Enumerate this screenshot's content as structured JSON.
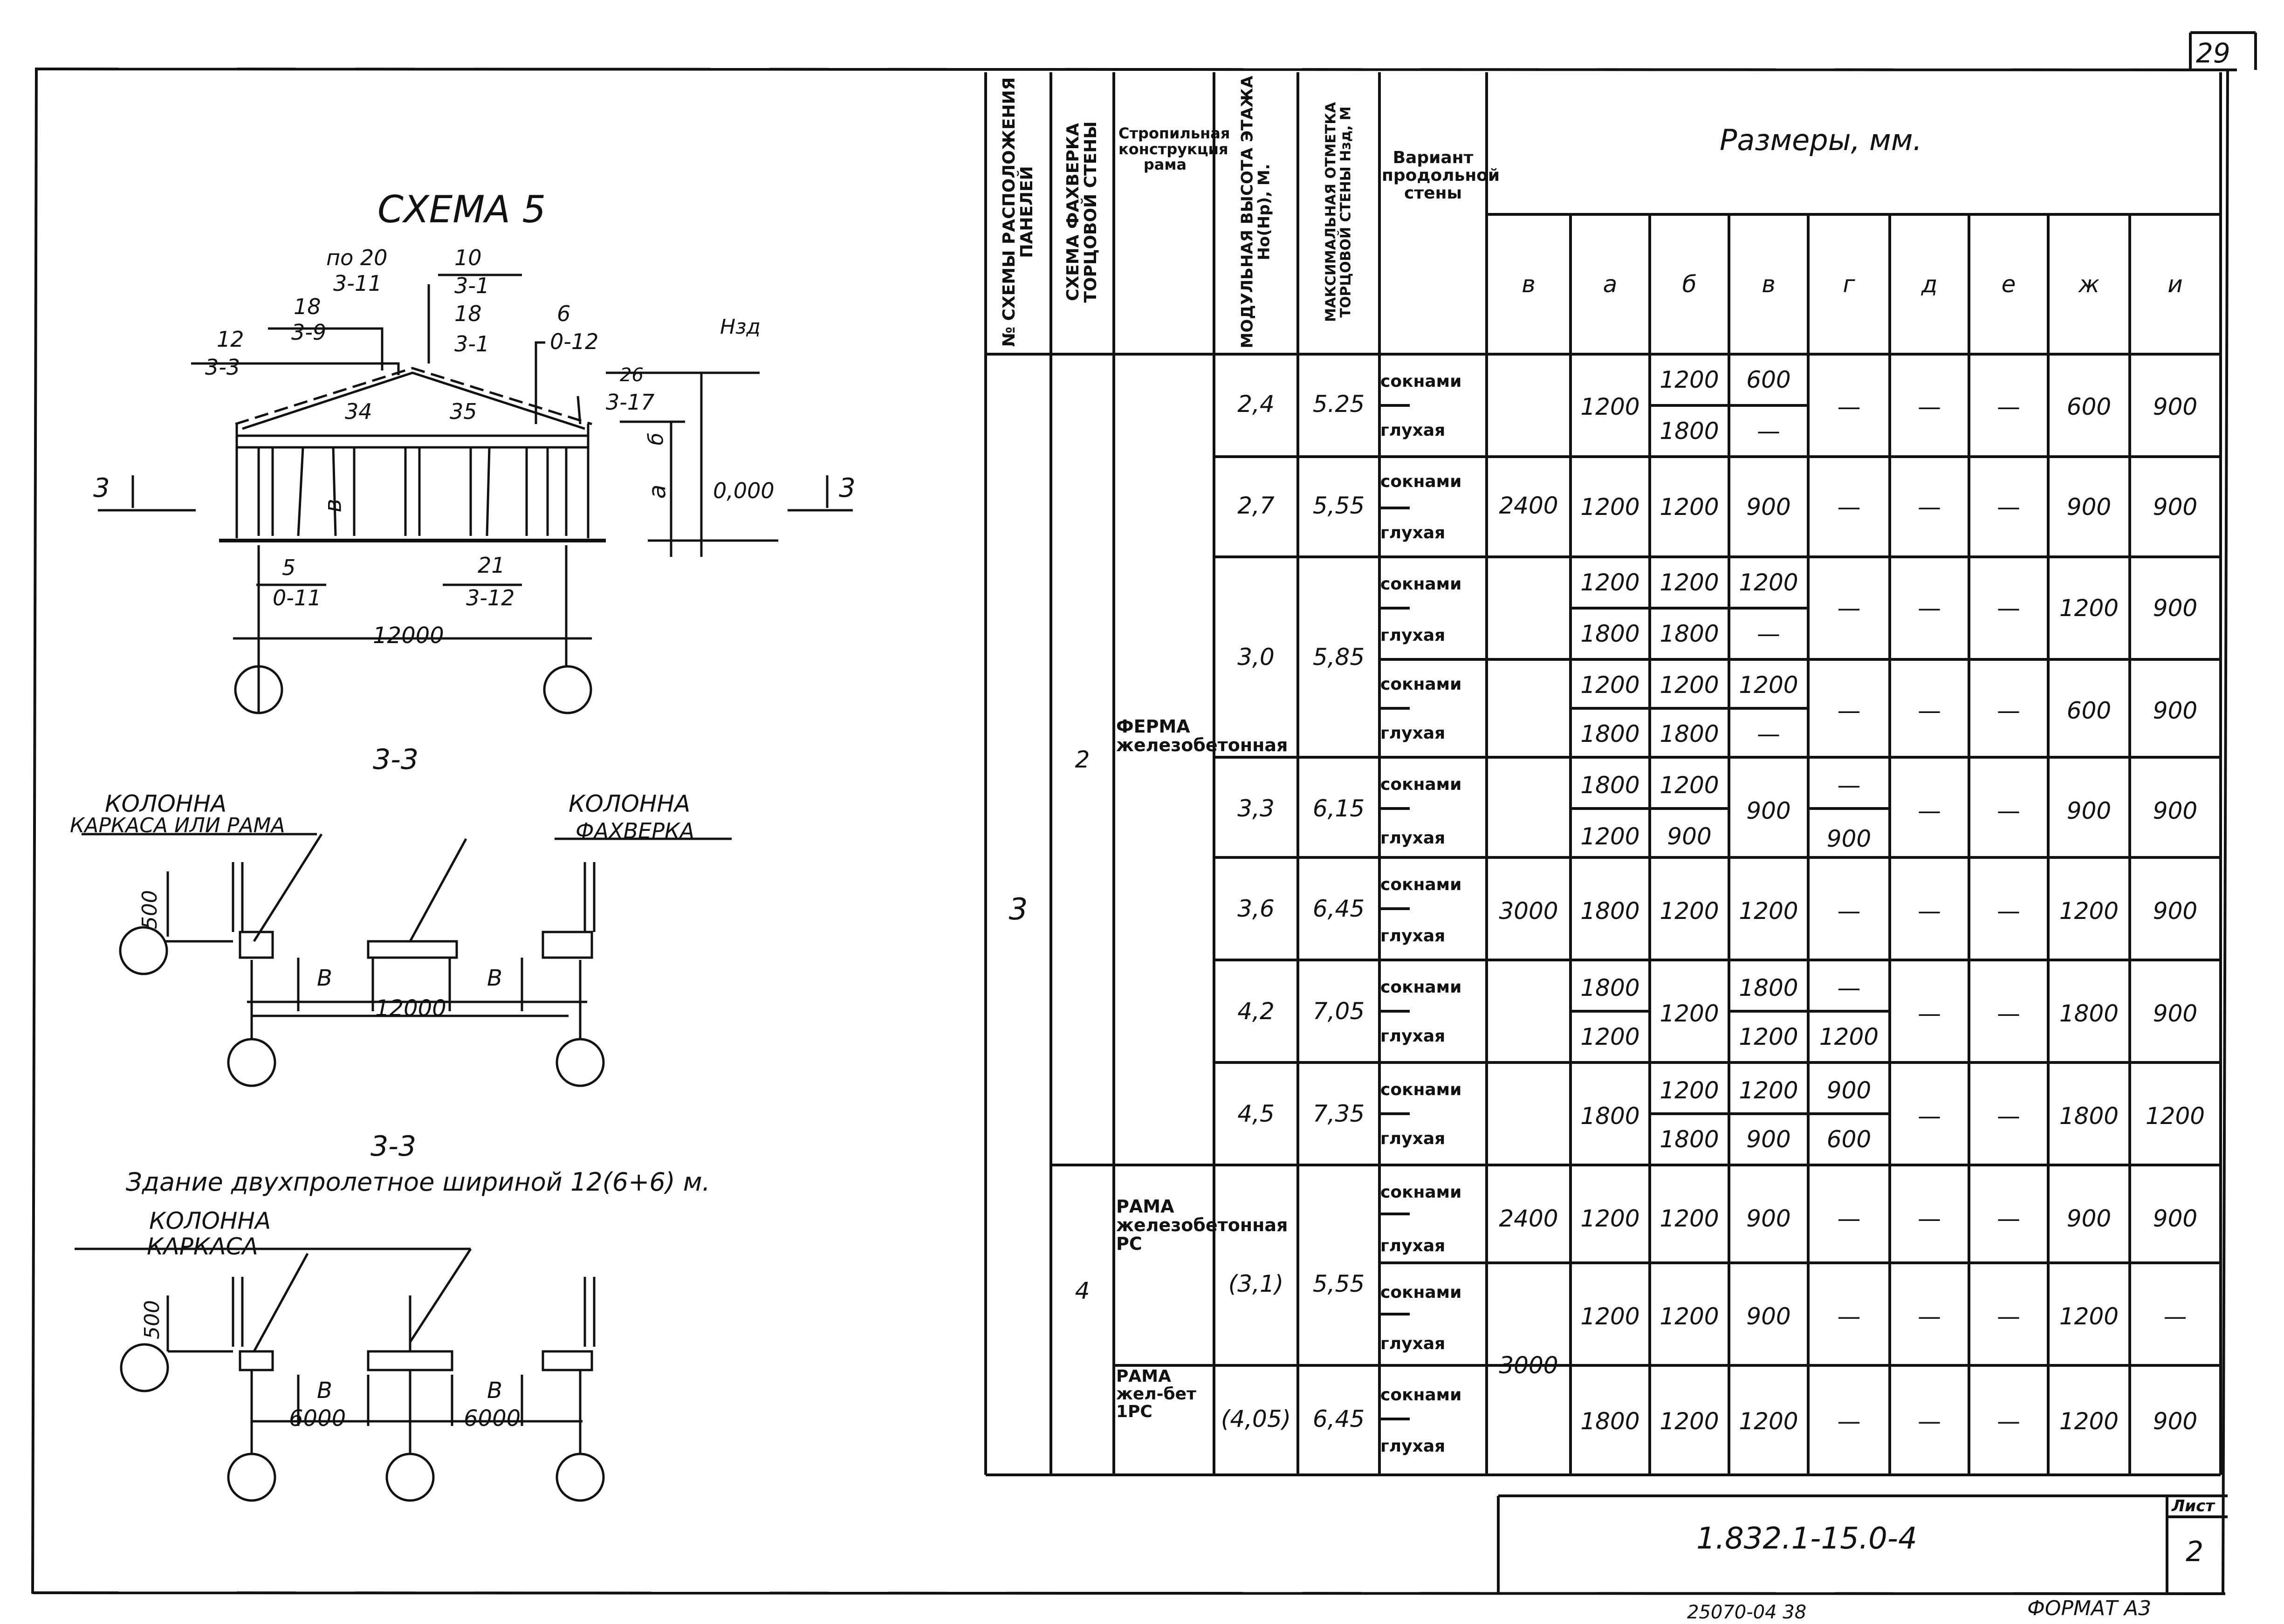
{
  "page_number": "29",
  "sheet_label": "Лист",
  "sheet_number": "2",
  "doc_code": "1.832.1-15.0-4",
  "format_label": "ФОРМАТ А3",
  "bottom_code": "25070-04  38",
  "drawing": {
    "scheme_title": "СХЕМА 5",
    "labels": {
      "po20": "по 20",
      "n3_11": "3-11",
      "n10": "10",
      "n3_1a": "3-1",
      "n18a": "18",
      "n3_9": "3-9",
      "n18b": "18",
      "n3_1b": "3-1",
      "n6": "6",
      "n0_12": "0-12",
      "n12": "12",
      "n3_3": "3-3",
      "n26": "26",
      "n3_17": "3-17",
      "n34": "34",
      "n35": "35",
      "hzd": "Нзд",
      "mark_b": "в",
      "mark_a": "а",
      "mark_v": "б",
      "level": "0,000",
      "sec3": "3",
      "n5": "5",
      "n0_11": "0-11",
      "n21": "21",
      "n3_12": "3-12",
      "span": "12000"
    },
    "section1": {
      "title": "3-3",
      "left_label_1": "КОЛОННА",
      "left_label_2": "КАРКАСА ИЛИ РАМА",
      "right_label_1": "КОЛОННА",
      "right_label_2": "ФАХВЕРКА",
      "dim500": "500",
      "b1": "В",
      "b2": "В",
      "span": "12000"
    },
    "section2": {
      "title": "3-3",
      "caption": "Здание двухпролетное шириной 12(6+6) м.",
      "label_1": "КОЛОННА",
      "label_2": "КАРКАСА",
      "dim500": "500",
      "b1": "В",
      "b2": "В",
      "span1": "6000",
      "span2": "6000"
    }
  },
  "table": {
    "headers": {
      "c0": "№ СХЕМЫ РАСПОЛОЖЕНИЯ ПАНЕЛЕЙ",
      "c1": "СХЕМА ФАХВЕРКА ТОРЦОВОЙ СТЕНЫ",
      "c2": "Стропильная конструкция рама",
      "c3": "МОДУЛЬНАЯ ВЫСОТА ЭТАЖА Но(Нр), М.",
      "c4": "МАКСИМАЛЬНАЯ ОТМЕТКА ТОРЦОВОЙ СТЕНЫ Нзд, М",
      "c5": "Вариант продольной стены",
      "sizes": "Размеры, мм.",
      "sub": [
        "в",
        "а",
        "б",
        "в",
        "г",
        "д",
        "е",
        "ж",
        "и"
      ]
    },
    "scheme_no": "3",
    "fach_2": "2",
    "fach_4": "4",
    "struct_ferma": "ФЕРМА железобетонная",
    "struct_rama1": "РАМА железобетонная РС",
    "struct_rama2": "РАМА жел-бет 1РС",
    "h": [
      "2,4",
      "2,7",
      "3,0",
      "3,3",
      "3,6",
      "4,2",
      "4,5",
      "(3,1)",
      "(4,05)"
    ],
    "hzd": [
      "5.25",
      "5,55",
      "5,85",
      "6,15",
      "6,45",
      "7,05",
      "7,35",
      "5,55",
      "6,45"
    ],
    "variant_open": "сокнами",
    "variant_blind": "глухая",
    "dash": "—",
    "in_w": [
      "2400",
      "3000",
      "2400",
      "3000"
    ],
    "cells": {
      "r1": {
        "a": "1200",
        "b1": "1200",
        "b2": "1800",
        "v1": "600",
        "zh": "600",
        "i": "900"
      },
      "r2": {
        "a": "1200",
        "b": "1200",
        "v": "900",
        "zh": "900",
        "i": "900"
      },
      "r3": {
        "a1": "1200",
        "a2": "1800",
        "b1": "1200",
        "b2": "1800",
        "v1": "1200",
        "zh": "1200",
        "i": "900"
      },
      "r4": {
        "a1": "1200",
        "a2": "1800",
        "b1": "1200",
        "b2": "1800",
        "v1": "1200",
        "zh": "600",
        "i": "900"
      },
      "r5": {
        "a1": "1800",
        "a2": "1200",
        "b1": "1200",
        "b2": "900",
        "v": "900",
        "g2": "900",
        "zh": "900",
        "i": "900"
      },
      "r6": {
        "a": "1800",
        "b": "1200",
        "v": "1200",
        "zh": "1200",
        "i": "900"
      },
      "r7": {
        "a1": "1800",
        "a2": "1200",
        "b": "1200",
        "v1": "1800",
        "v2": "1200",
        "g2": "1200",
        "zh": "1800",
        "i": "900"
      },
      "r8": {
        "a": "1800",
        "b1": "1200",
        "b2": "1800",
        "v1": "1200",
        "v2": "900",
        "g1": "900",
        "g2": "600",
        "zh": "1800",
        "i": "1200"
      },
      "r9": {
        "a": "1200",
        "b": "1200",
        "v": "900",
        "zh": "900",
        "i": "900"
      },
      "r10": {
        "a": "1200",
        "b": "1200",
        "v": "900",
        "zh": "1200",
        "i": "—"
      },
      "r11": {
        "a": "1800",
        "b": "1200",
        "v": "1200",
        "zh": "1200",
        "i": "900"
      }
    }
  }
}
